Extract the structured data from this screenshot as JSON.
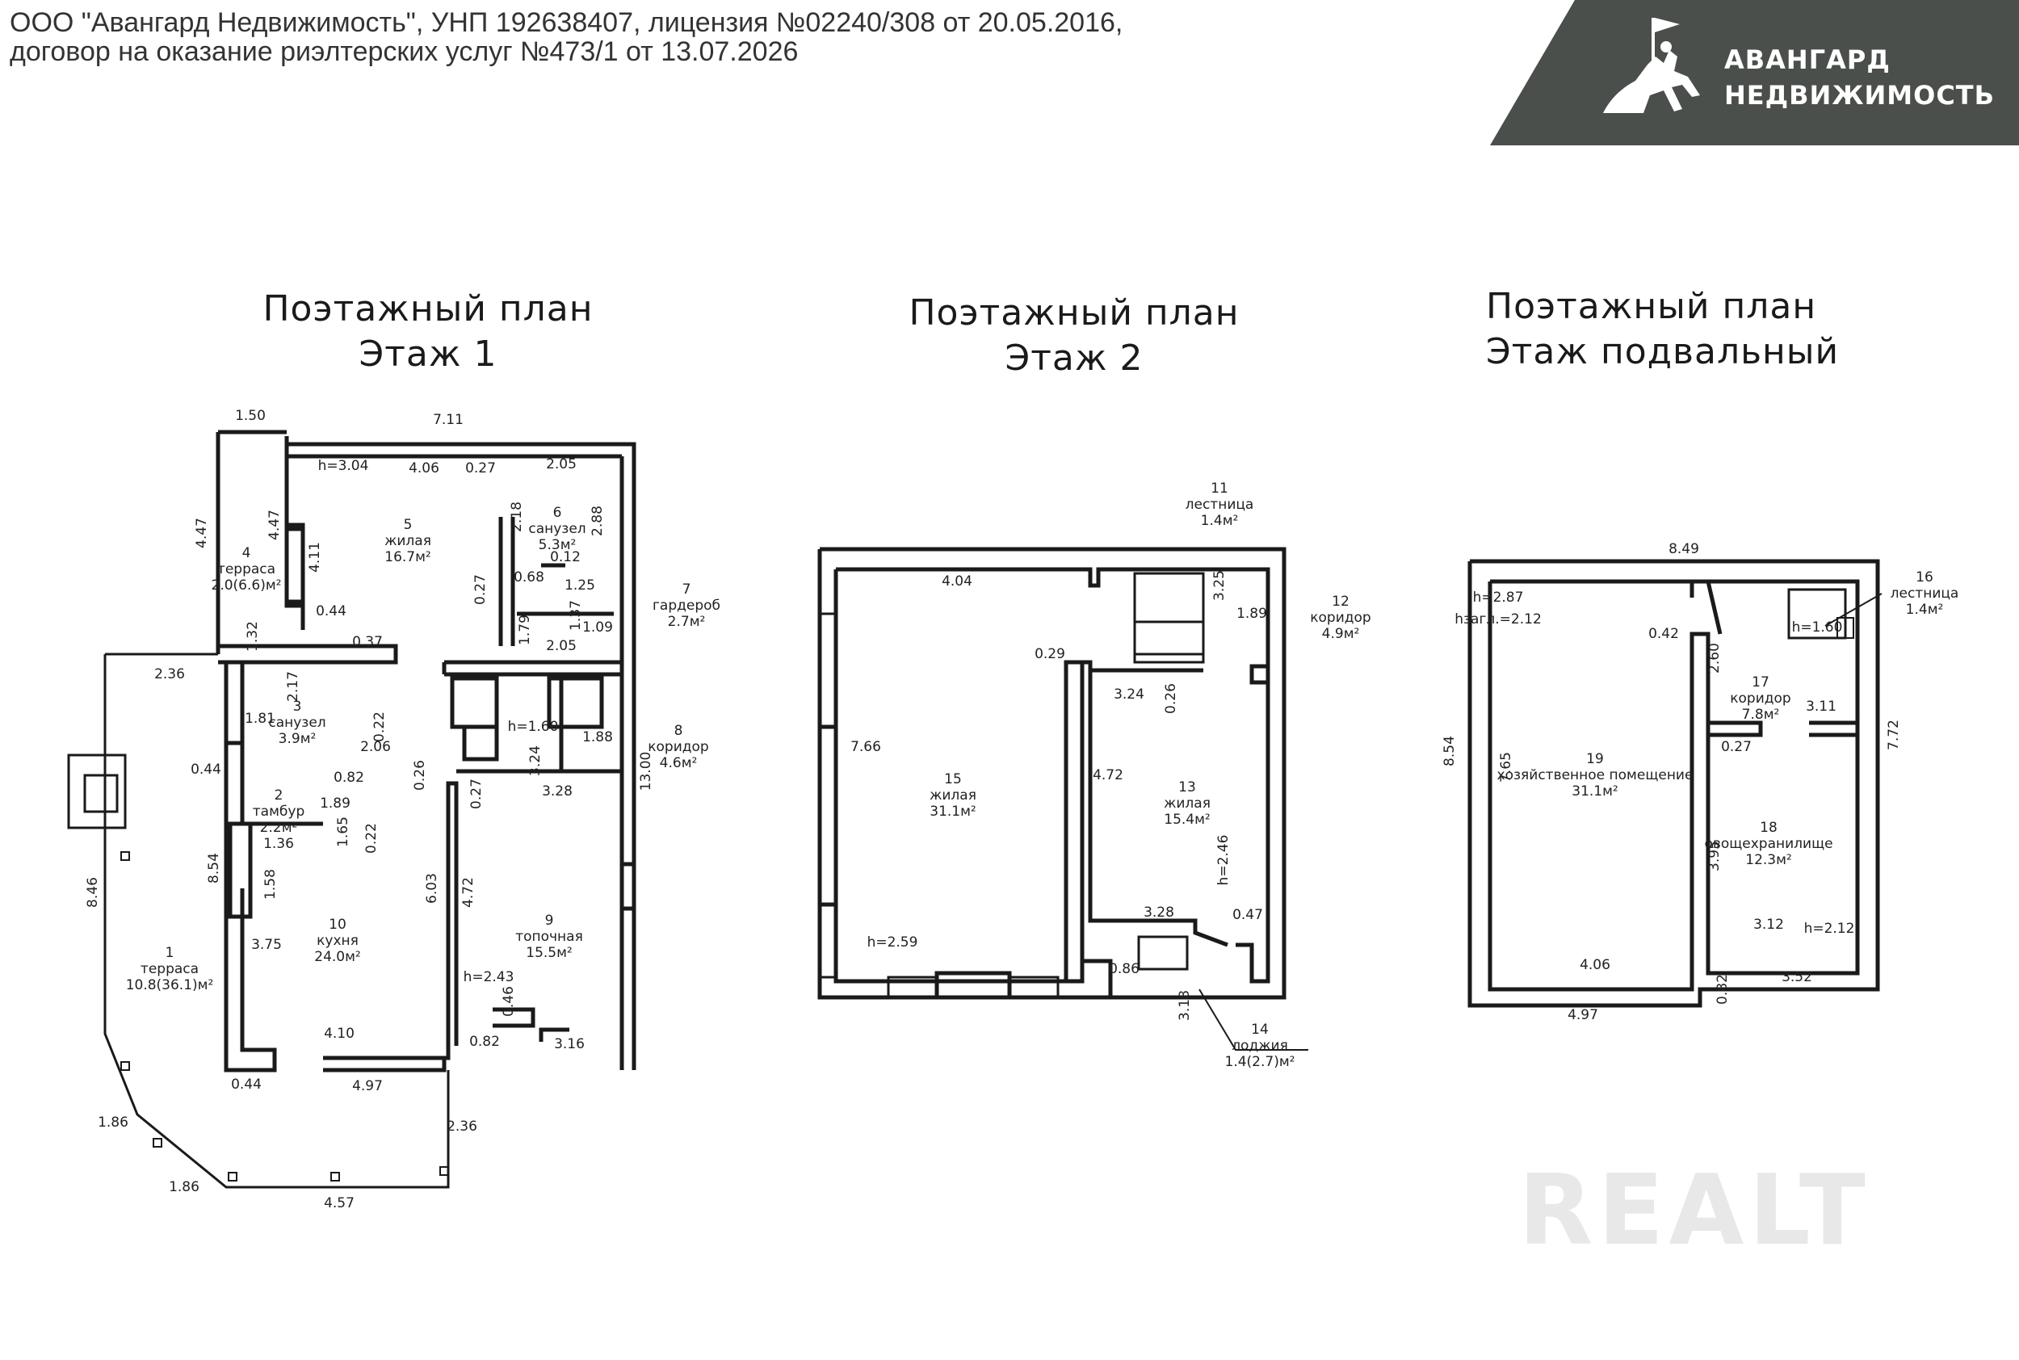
{
  "header": {
    "line1": "ООО \"Авангард Недвижимость\", УНП 192638407, лицензия №02240/308 от 20.05.2016,",
    "line2": "договор на оказание риэлтерских услуг №473/1 от 13.07.2026"
  },
  "logo": {
    "line1": "АВАНГАРД",
    "line2": "НЕДВИЖИМОСТЬ",
    "icon": "knight-on-horse-icon",
    "bg_color": "#4a4f4b"
  },
  "watermark": "REALT",
  "plans": [
    {
      "title_line1": "Поэтажный план",
      "title_line2": "Этаж 1",
      "rooms": [
        {
          "num": "1",
          "name": "терраса",
          "area": "10.8(36.1)м²"
        },
        {
          "num": "2",
          "name": "тамбур",
          "area": "2.2м²"
        },
        {
          "num": "3",
          "name": "санузел",
          "area": "3.9м²"
        },
        {
          "num": "4",
          "name": "терраса",
          "area": "2.0(6.6)м²"
        },
        {
          "num": "5",
          "name": "жилая",
          "area": "16.7м²"
        },
        {
          "num": "6",
          "name": "санузел",
          "area": "5.3м²"
        },
        {
          "num": "7",
          "name": "гардероб",
          "area": "2.7м²"
        },
        {
          "num": "8",
          "name": "коридор",
          "area": "4.6м²"
        },
        {
          "num": "9",
          "name": "топочная",
          "area": "15.5м²"
        },
        {
          "num": "10",
          "name": "кухня",
          "area": "24.0м²"
        }
      ],
      "dims": [
        "1.50",
        "7.11",
        "h=3.04",
        "4.06",
        "0.27",
        "2.05",
        "4.47",
        "4.47",
        "4.11",
        "2.18",
        "2.88",
        "0.12",
        "0.27",
        "0.68",
        "1.25",
        "1.37",
        "1.79",
        "1.09",
        "0.44",
        "1.32",
        "0.37",
        "2.05",
        "2.36",
        "2.17",
        "1.81",
        "0.22",
        "2.06",
        "h=1.60",
        "3.24",
        "1.88",
        "13.00",
        "0.44",
        "0.82",
        "0.26",
        "0.27",
        "3.28",
        "1.89",
        "1.65",
        "0.22",
        "1.36",
        "8.46",
        "8.54",
        "1.58",
        "6.03",
        "4.72",
        "3.75",
        "h=2.43",
        "0.46",
        "4.10",
        "0.44",
        "4.97",
        "0.82",
        "3.16",
        "1.86",
        "1.86",
        "2.36",
        "4.57"
      ]
    },
    {
      "title_line1": "Поэтажный план",
      "title_line2": "Этаж 2",
      "rooms": [
        {
          "num": "11",
          "name": "лестница",
          "area": "1.4м²"
        },
        {
          "num": "12",
          "name": "коридор",
          "area": "4.9м²"
        },
        {
          "num": "13",
          "name": "жилая",
          "area": "15.4м²"
        },
        {
          "num": "14",
          "name": "лоджия",
          "area": "1.4(2.7)м²"
        },
        {
          "num": "15",
          "name": "жилая",
          "area": "31.1м²"
        }
      ],
      "dims": [
        "4.04",
        "3.25",
        "1.89",
        "0.29",
        "3.24",
        "0.26",
        "7.66",
        "4.72",
        "h=2.46",
        "3.28",
        "0.47",
        "h=2.59",
        "0.86",
        "3.18"
      ]
    },
    {
      "title_line1": "Поэтажный план",
      "title_line2": "Этаж подвальный",
      "rooms": [
        {
          "num": "16",
          "name": "лестница",
          "area": "1.4м²"
        },
        {
          "num": "17",
          "name": "коридор",
          "area": "7.8м²"
        },
        {
          "num": "18",
          "name": "овощехранилище",
          "area": "12.3м²"
        },
        {
          "num": "19",
          "name": "хозяйственное помещение",
          "area": "31.1м²"
        }
      ],
      "dims": [
        "8.49",
        "h=2.87",
        "hзагл.=2.12",
        "0.42",
        "2.60",
        "h=1.60",
        "3.11",
        "0.27",
        "8.54",
        "7.65",
        "7.72",
        "3.95",
        "3.12",
        "h=2.12",
        "4.06",
        "4.97",
        "0.82",
        "3.52"
      ]
    }
  ]
}
